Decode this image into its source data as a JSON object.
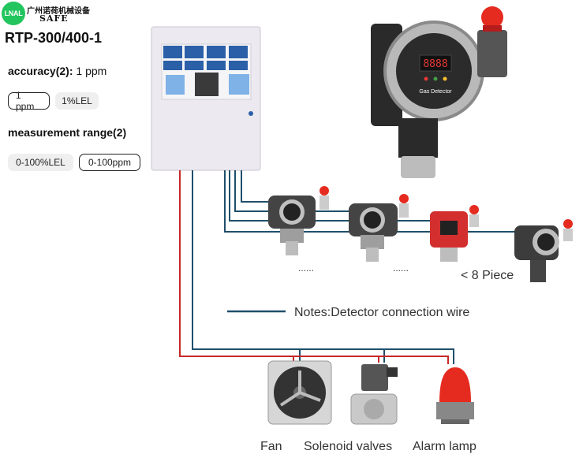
{
  "brand": {
    "badge": "LNAL",
    "name_cn": "广州诺荷机械设备",
    "name_en": "SAFE"
  },
  "product": {
    "title": "RTP-300/400-1"
  },
  "accuracy": {
    "label": "accuracy(2):",
    "value": "1 ppm",
    "options": [
      "1 ppm",
      "1%LEL"
    ],
    "selected": 0
  },
  "range": {
    "label": "measurement range(2)",
    "options": [
      "0-100%LEL",
      "0-100ppm"
    ],
    "selected": 1
  },
  "diagram": {
    "detector_label": "Gas Detector",
    "detector_display": "8888",
    "dots": [
      "......",
      "......"
    ],
    "piece_label": "< 8 Piece",
    "note": "Notes:Detector connection wire",
    "captions": [
      "Fan",
      "Solenoid valves",
      "Alarm lamp"
    ],
    "colors": {
      "wire_blue": "#1f4f6b",
      "wire_red": "#c62828",
      "panel": "#ece9f0",
      "alarm": "#e52b1f"
    }
  }
}
